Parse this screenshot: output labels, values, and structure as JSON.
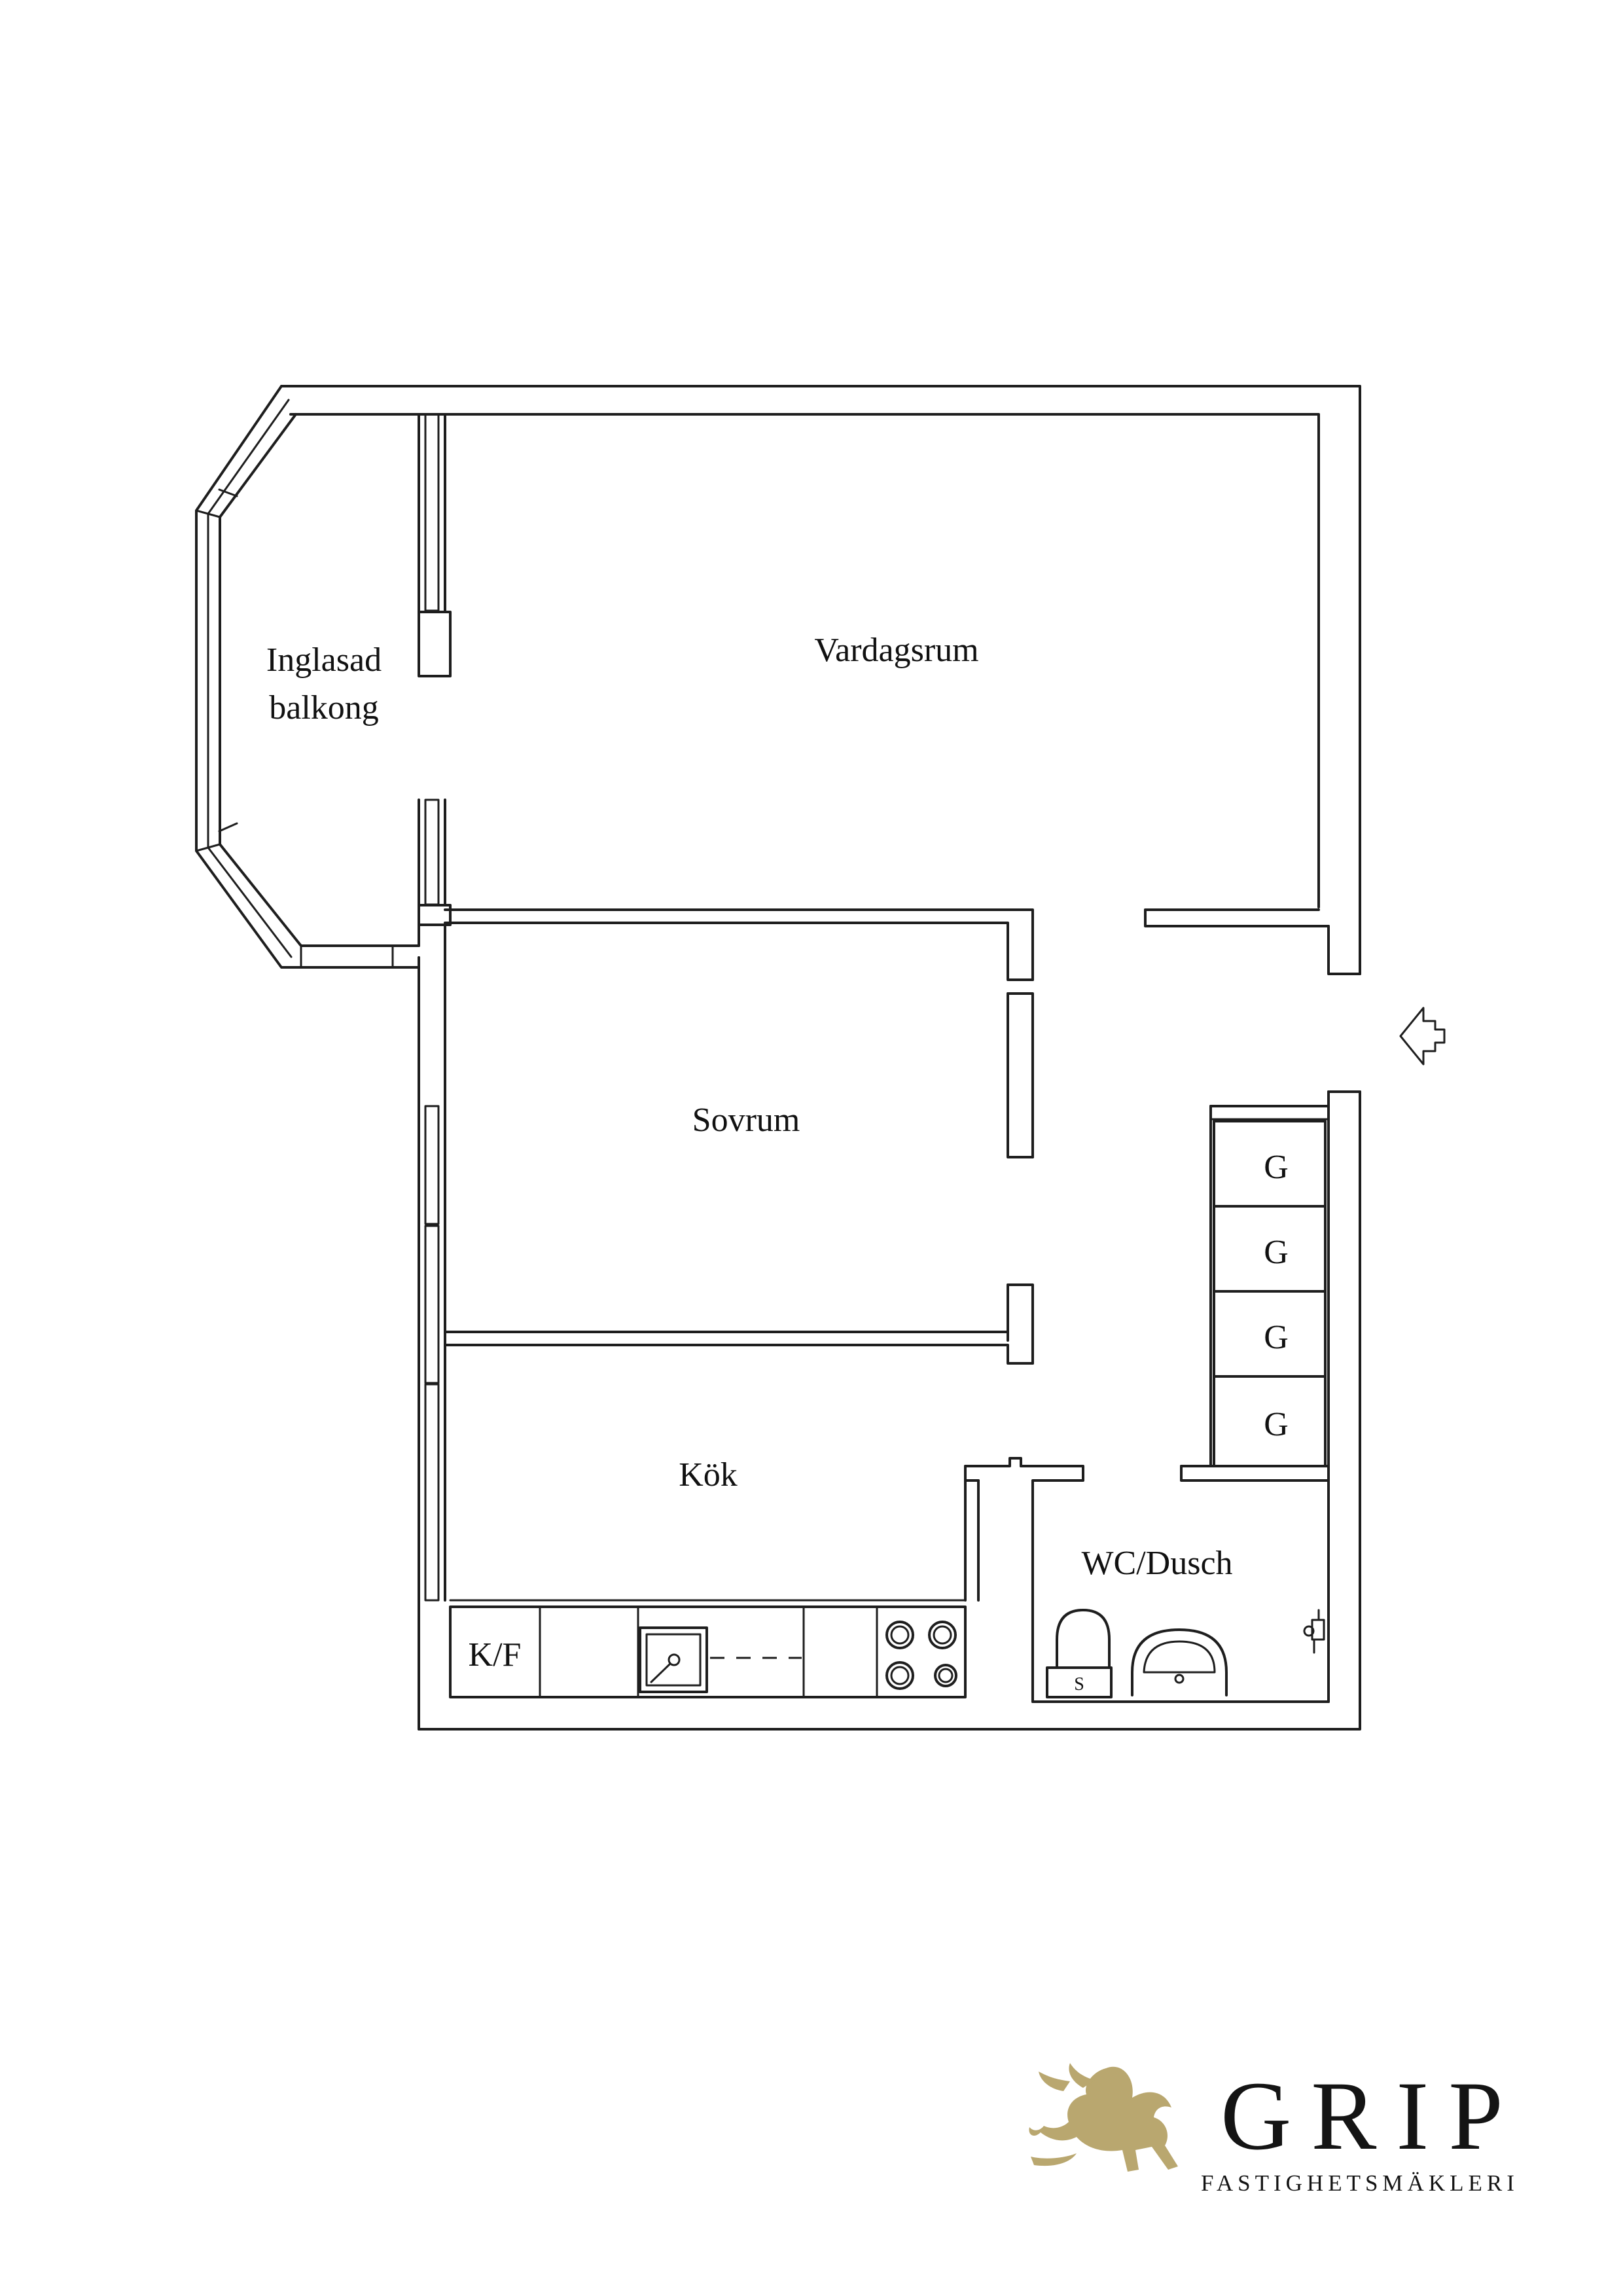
{
  "floorplan": {
    "rooms": {
      "balcony_line1": "Inglasad",
      "balcony_line2": "balkong",
      "living_room": "Vardagsrum",
      "bedroom": "Sovrum",
      "kitchen": "Kök",
      "bathroom": "WC/Dusch"
    },
    "fridge_freezer": "K/F",
    "wardrobe_label": "G",
    "wardrobes": [
      "G",
      "G",
      "G",
      "G"
    ],
    "shower_label": "S",
    "entrance_icon": "entrance-arrow-icon"
  },
  "logo": {
    "name": "GRIP",
    "tagline": "FASTIGHETSMÄKLERI",
    "emblem_icon": "griffin-icon",
    "color": "#b9a76f"
  },
  "colors": {
    "line": "#1e1e1e",
    "background": "#ffffff"
  }
}
